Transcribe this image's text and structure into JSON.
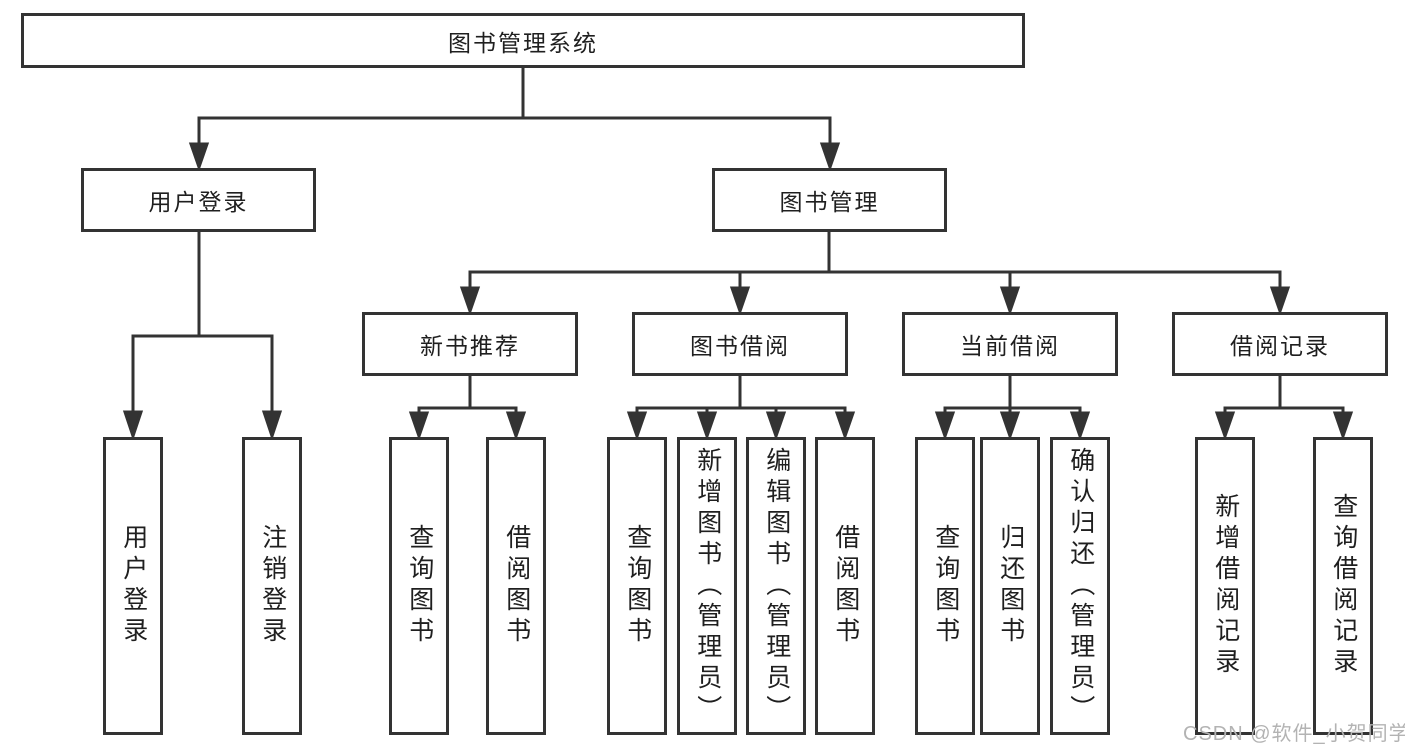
{
  "tree": {
    "label": "图书管理系统",
    "children": [
      {
        "label": "用户登录",
        "children": [
          {
            "label": "用户登录"
          },
          {
            "label": "注销登录"
          }
        ]
      },
      {
        "label": "图书管理",
        "children": [
          {
            "label": "新书推荐",
            "children": [
              {
                "label": "查询图书"
              },
              {
                "label": "借阅图书"
              }
            ]
          },
          {
            "label": "图书借阅",
            "children": [
              {
                "label": "查询图书"
              },
              {
                "label": "新增图书（管理员）"
              },
              {
                "label": "编辑图书（管理员）"
              },
              {
                "label": "借阅图书"
              }
            ]
          },
          {
            "label": "当前借阅",
            "children": [
              {
                "label": "查询图书"
              },
              {
                "label": "归还图书"
              },
              {
                "label": "确认归还（管理员）"
              }
            ]
          },
          {
            "label": "借阅记录",
            "children": [
              {
                "label": "新增借阅记录"
              },
              {
                "label": "查询借阅记录"
              }
            ]
          }
        ]
      }
    ]
  },
  "watermark": "CSDN @软件_小贺同学",
  "colors": {
    "line": "#333333",
    "box_border": "#333333",
    "text": "#1f1f1f",
    "watermark": "#b3b3b3",
    "background": "#ffffff"
  }
}
